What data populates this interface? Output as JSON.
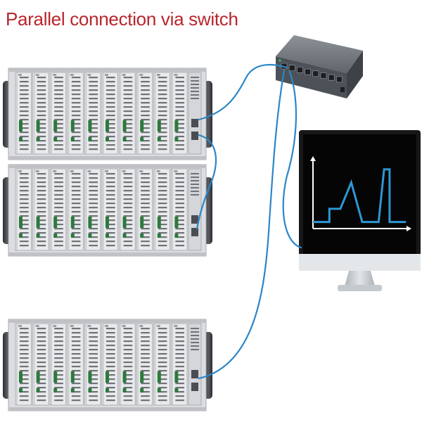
{
  "title": "Parallel connection via switch",
  "colors": {
    "title": "#b7262c",
    "cable": "#2b86c9",
    "chart_line": "#2f97d3",
    "rack_body": "#dcdde0",
    "rack_dark": "#4a4d52",
    "switch_body": "#6d7379",
    "screen": "#0a0a0a",
    "monitor_stand": "#c9cdd2"
  },
  "devices": {
    "racks": [
      "rack-top",
      "rack-middle",
      "rack-bottom"
    ],
    "switch": "network-switch",
    "monitor": "monitor"
  },
  "chart_data": {
    "type": "line",
    "title": "",
    "xlabel": "",
    "ylabel": "",
    "series": [
      {
        "x": [
          0,
          3,
          3,
          5,
          7,
          9,
          9,
          12,
          13,
          14,
          14,
          17
        ],
        "values": [
          0,
          0,
          2,
          2,
          6,
          0,
          0,
          0,
          8,
          8,
          0,
          0
        ]
      }
    ],
    "xlim": [
      0,
      18
    ],
    "ylim": [
      -1,
      10
    ],
    "grid": false,
    "axes_arrows": true
  }
}
